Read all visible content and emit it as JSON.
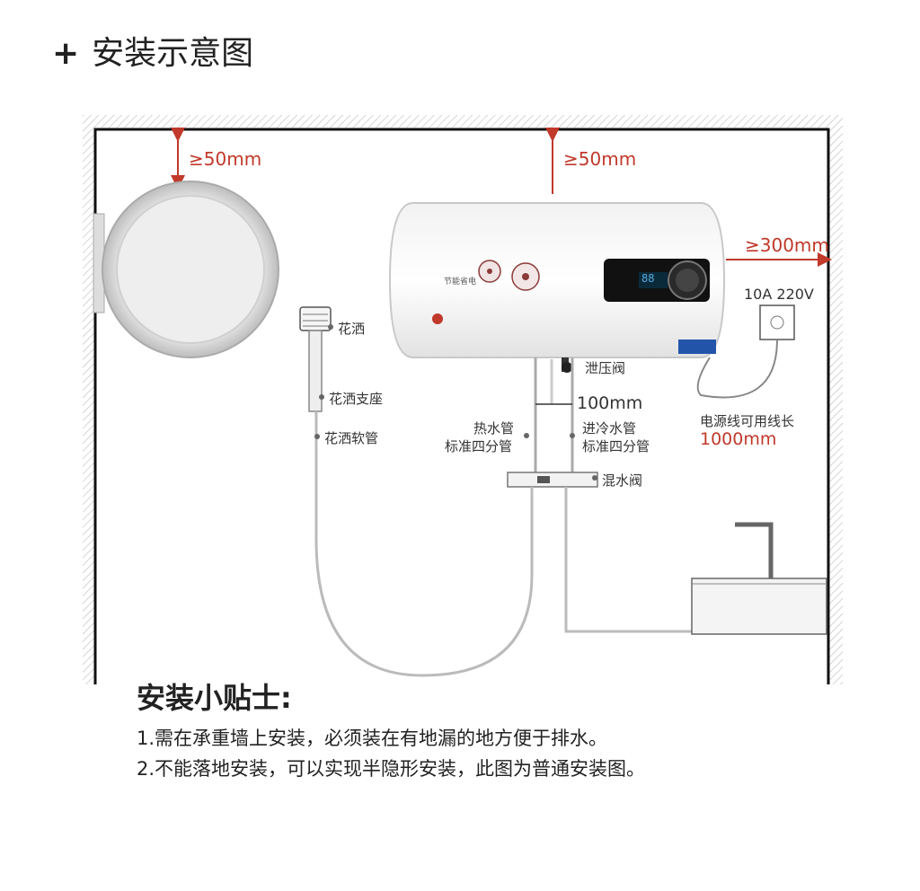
{
  "heading": {
    "plus": "+",
    "title": "安装示意图"
  },
  "dims": {
    "top_left": "≥50mm",
    "top_center": "≥50mm",
    "right": "≥300mm",
    "pipe_gap": "100mm",
    "cable_length": "1000mm"
  },
  "labels": {
    "shower": "花洒",
    "shower_holder": "花洒支座",
    "shower_hose": "花洒软管",
    "relief_valve": "泄压阀",
    "hot_pipe_1": "热水管",
    "hot_pipe_2": "标准四分管",
    "cold_pipe_1": "进冷水管",
    "cold_pipe_2": "标准四分管",
    "mixing_valve": "混水阀",
    "power": "10A 220V",
    "cable": "电源线可用线长"
  },
  "heater": {
    "brand": "节能省电",
    "display": "88"
  },
  "tips": {
    "title": "安装小贴士:",
    "items": [
      "1.需在承重墙上安装，必须装在有地漏的地方便于排水。",
      "2.不能落地安装，可以实现半隐形安装，此图为普通安装图。"
    ]
  }
}
